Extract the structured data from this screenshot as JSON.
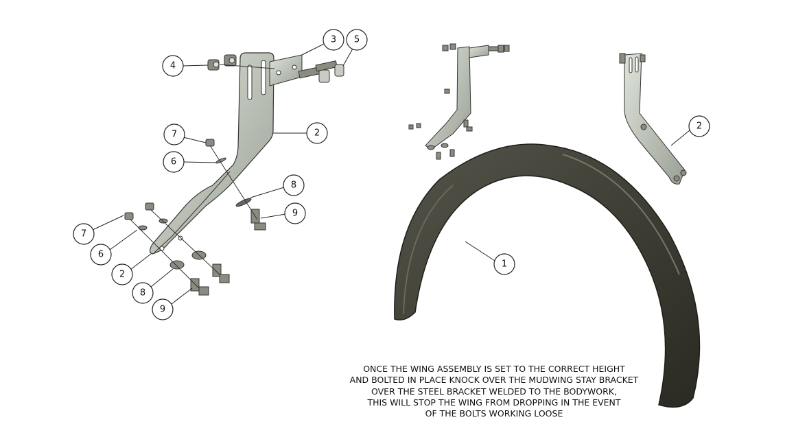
{
  "callouts": {
    "c3": "3",
    "c5": "5",
    "c4": "4",
    "c2a": "2",
    "c7a": "7",
    "c6a": "6",
    "c8a": "8",
    "c9a": "9",
    "c7b": "7",
    "c6b": "6",
    "c2b": "2",
    "c8b": "8",
    "c9b": "9",
    "c2c": "2",
    "c1": "1"
  },
  "note": {
    "lines": [
      "ONCE THE WING ASSEMBLY IS SET TO THE CORRECT HEIGHT",
      "AND BOLTED IN PLACE KNOCK OVER THE MUDWING STAY BRACKET",
      "OVER THE STEEL BRACKET WELDED TO THE BODYWORK,",
      "THIS WILL STOP THE WING FROM DROPPING IN THE EVENT",
      "OF THE BOLTS WORKING LOOSE"
    ]
  },
  "colors": {
    "bracket": "#c9d0c4",
    "fender": "#3b3a31",
    "hardware": "#8a8c82"
  }
}
